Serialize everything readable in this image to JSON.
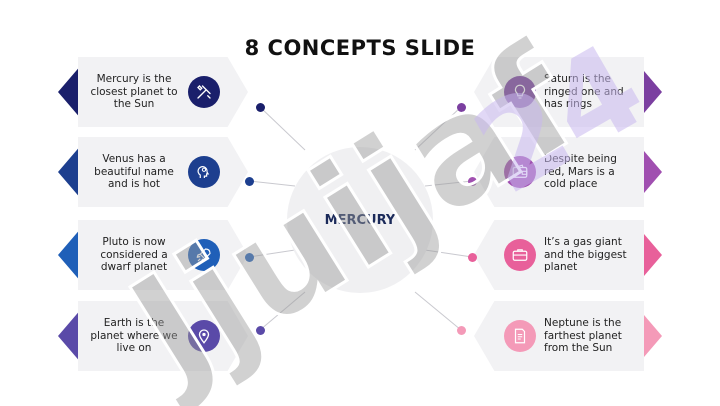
{
  "slide": {
    "title": "8 CONCEPTS SLIDE",
    "center_label": "MERCURY"
  },
  "concepts_left": [
    {
      "text": "Mercury is the closest planet to the Sun",
      "icon": "tools-icon",
      "color": "#1a1f6b"
    },
    {
      "text": "Venus has a beautiful name and is hot",
      "icon": "head-idea-icon",
      "color": "#1d3f8f"
    },
    {
      "text": "Pluto is now considered a dwarf planet",
      "icon": "rocket-launch-icon",
      "color": "#1f5fb8"
    },
    {
      "text": "Earth is the planet where we live on",
      "icon": "location-pin-icon",
      "color": "#5a4aa8"
    }
  ],
  "concepts_right": [
    {
      "text": "Saturn is the ringed one and has rings",
      "icon": "lightbulb-icon",
      "color": "#7b3fa0"
    },
    {
      "text": "Despite being red, Mars is a cold place",
      "icon": "wallet-icon",
      "color": "#a04fb0"
    },
    {
      "text": "It’s a gas giant and the biggest planet",
      "icon": "briefcase-icon",
      "color": "#e8609a"
    },
    {
      "text": "Neptune is the farthest planet from the Sun",
      "icon": "document-icon",
      "color": "#f49ab8"
    }
  ],
  "watermark": {
    "text": "Jjuijaf",
    "color": "#9a9a9a"
  }
}
